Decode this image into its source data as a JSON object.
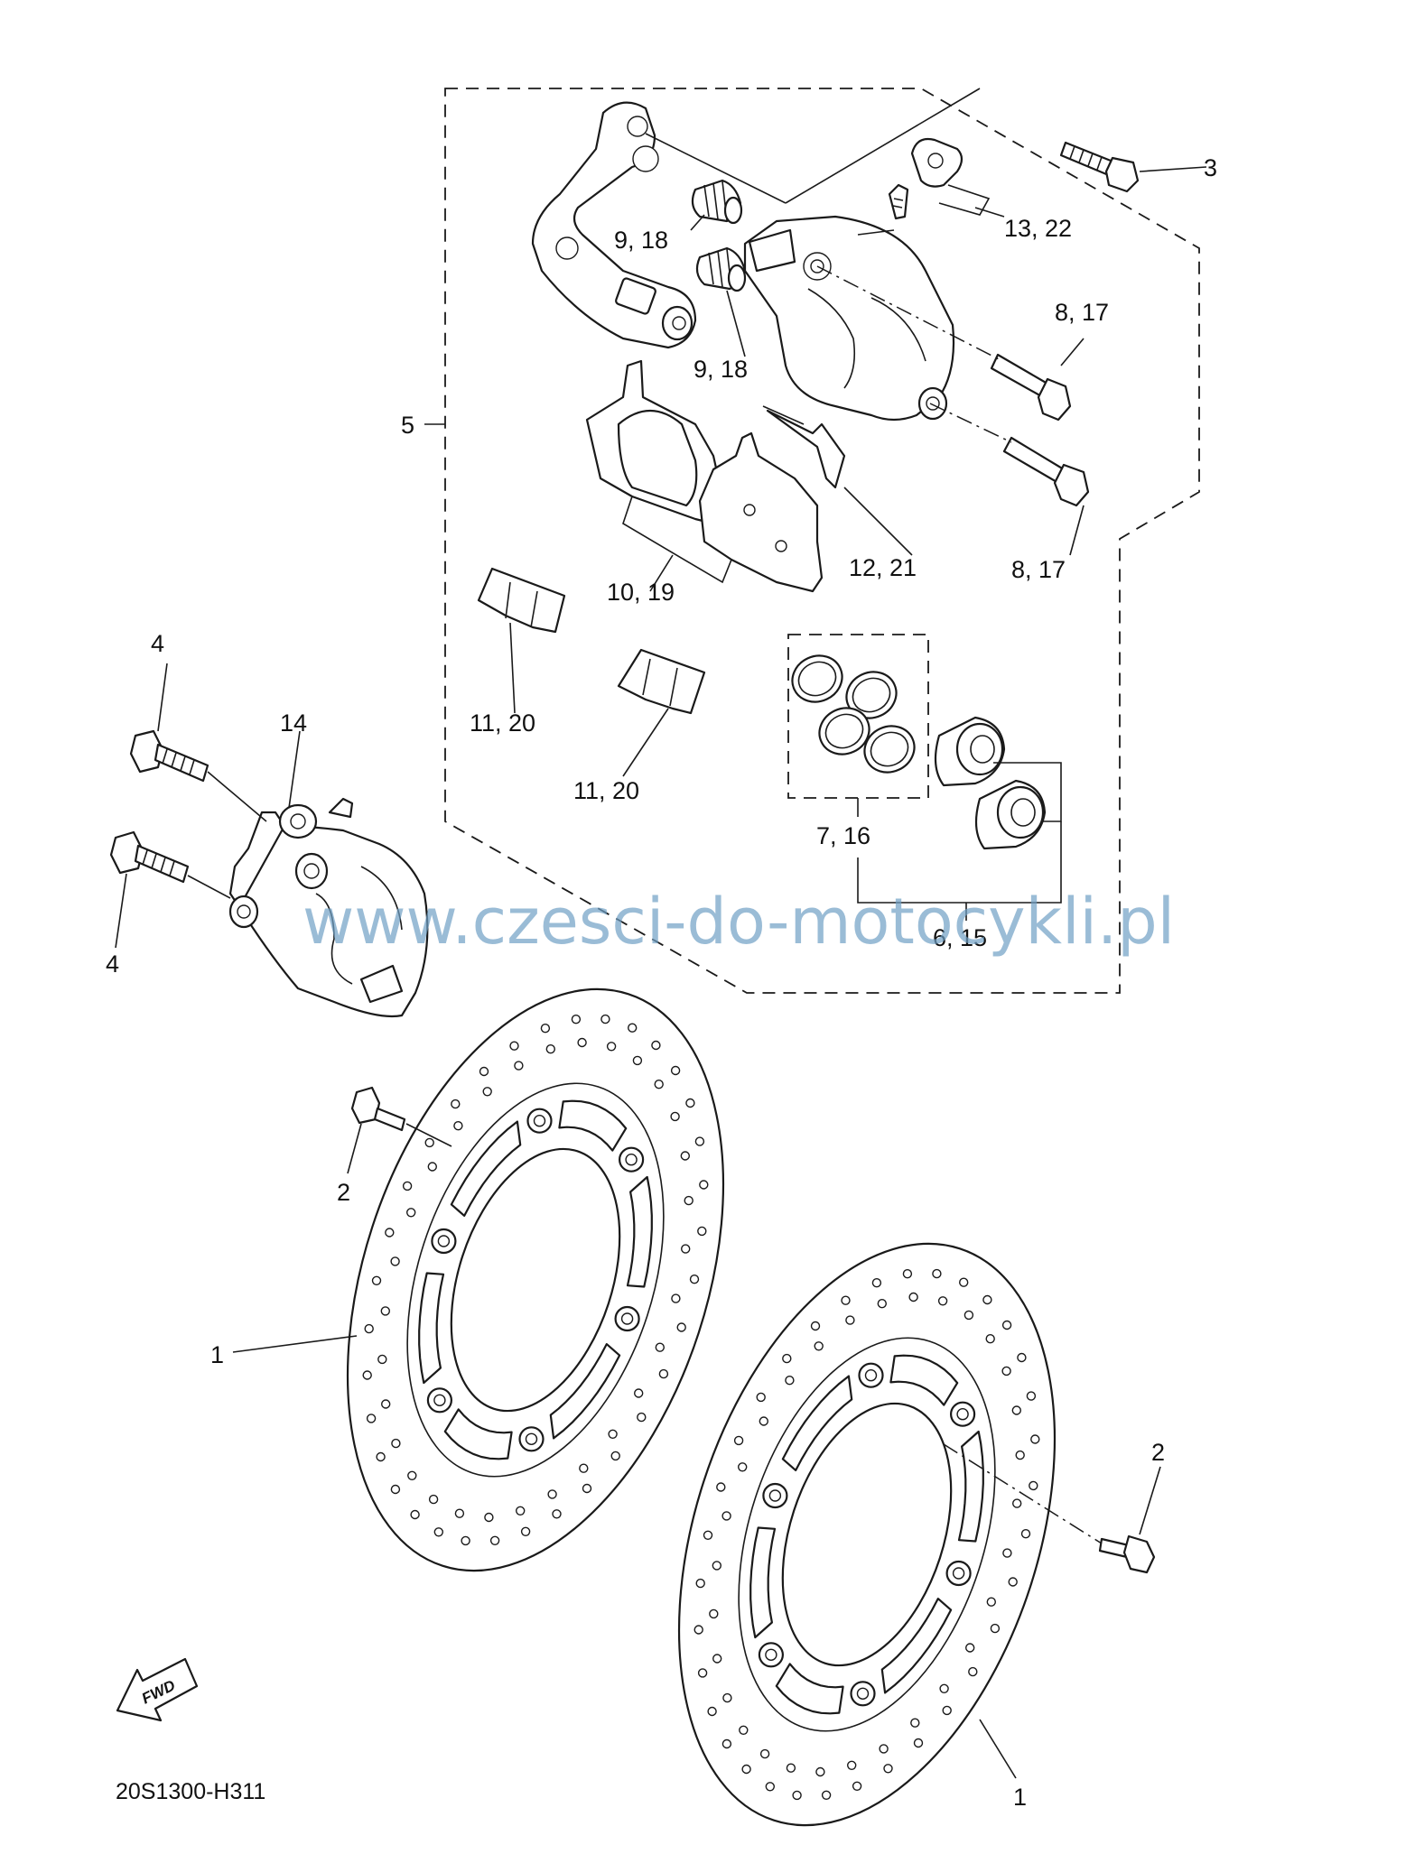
{
  "diagram": {
    "callouts": {
      "c1a": "1",
      "c1b": "1",
      "c2a": "2",
      "c2b": "2",
      "c3": "3",
      "c4a": "4",
      "c4b": "4",
      "c5": "5",
      "c6_15": "6, 15",
      "c7_16": "7, 16",
      "c8_17a": "8, 17",
      "c8_17b": "8, 17",
      "c9_18a": "9, 18",
      "c9_18b": "9, 18",
      "c10_19": "10, 19",
      "c11_20a": "11, 20",
      "c11_20b": "11, 20",
      "c12_21": "12, 21",
      "c13_22": "13, 22",
      "c14": "14"
    },
    "fwd_label": "FWD",
    "diagram_code": "20S1300-H311",
    "watermark": "www.czesci-do-motocykli.pl"
  }
}
